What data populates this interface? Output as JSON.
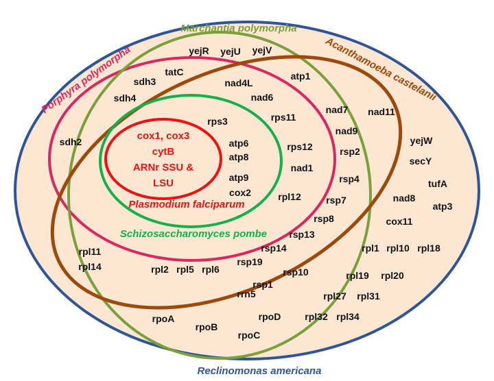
{
  "colors": {
    "background": "#ffffff",
    "outer_fill": "#fde6d2",
    "outer_stroke": "#2f5597",
    "acanthamoeba": "#9c4a0c",
    "marchantia": "#7aa03a",
    "porphyra": "#dc2660",
    "schizosaccharomyces": "#14b04b",
    "plasmodium": "#ee1111",
    "gene_text": "#111111"
  },
  "organisms": {
    "reclinomonas": "Reclinomonas americana",
    "acanthamoeba": "Acanthamoeba castelanii",
    "marchantia": "Marchantia polymorpha",
    "porphyra": "Porphyra polymorpha",
    "schizosaccharomyces": "Schizosaccharomyces pombe",
    "plasmodium": "Plasmodium falciparum"
  },
  "core_genes": [
    "cox1, cox3",
    "cytB",
    "ARNr SSU &",
    "LSU"
  ],
  "genes": {
    "schizo": [
      "atp6",
      "atp8",
      "atp9",
      "cox2"
    ],
    "porphyra": [
      "rps3",
      "rps11",
      "rps12",
      "nad1",
      "rpl12"
    ],
    "porphyra_only": [
      "sdh2"
    ],
    "marchantia_inner": [
      "sdh3",
      "sdh4",
      "tatC",
      "nad4L",
      "nad6",
      "atp1"
    ],
    "marchantia_top": [
      "yejR",
      "yejU",
      "yejV"
    ],
    "marchantia_right": [
      "nad7",
      "nad9",
      "rsp2",
      "rsp4",
      "rsp7",
      "rsp8",
      "rsp13",
      "rsp14",
      "rsp19",
      "rsp10",
      "rsp1",
      "rrn5",
      "rpl2",
      "rpl5",
      "rpl6"
    ],
    "acanthamoeba_only": [
      "nad11",
      "yejW",
      "secY",
      "tufA",
      "nad8",
      "atp3",
      "cox11",
      "rpl1",
      "rpl10",
      "rpl18",
      "rpl19",
      "rpl20",
      "rpl27",
      "rpl31",
      "rpl32",
      "rpl34"
    ],
    "reclinomonas_only": [
      "rpl11",
      "rpl14",
      "rpoA",
      "rpoB",
      "rpoC",
      "rpoD"
    ]
  }
}
